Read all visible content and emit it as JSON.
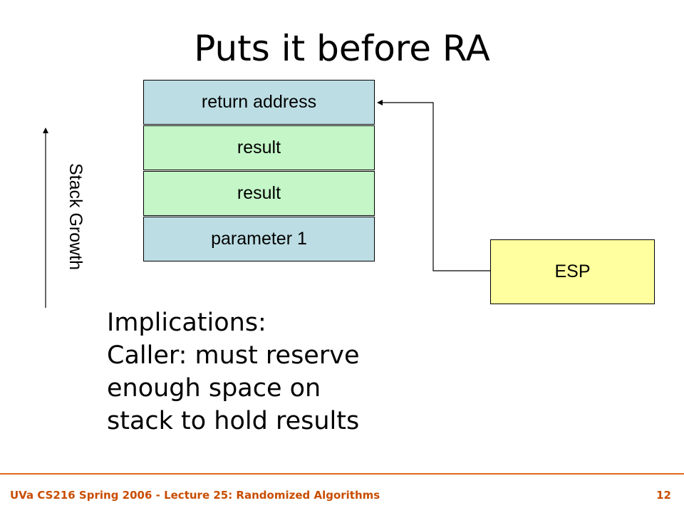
{
  "slide": {
    "title": "Puts it before RA",
    "stack": {
      "cells": [
        "return address",
        "result",
        "result",
        "parameter 1"
      ]
    },
    "esp_label": "ESP",
    "growth_label": "Stack Growth",
    "implications": {
      "lines": [
        "Implications:",
        "Caller: must reserve",
        "enough space on",
        "stack to hold results"
      ]
    },
    "colors": {
      "stack_blue": "#bcdde4",
      "stack_green": "#c4f6c7",
      "esp_yellow": "#ffff9f",
      "footer_orange": "#e06a1a"
    }
  },
  "footer": {
    "course": "UVa CS216 Spring 2006 - Lecture 25: Randomized Algorithms",
    "page_number": "12"
  }
}
